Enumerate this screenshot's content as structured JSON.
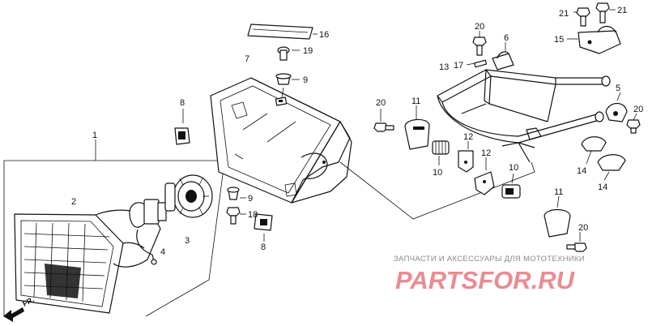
{
  "callouts": {
    "c1": "1",
    "c2": "2",
    "c3": "3",
    "c4": "4",
    "c5": "5",
    "c6": "6",
    "c7": "7",
    "c8a": "8",
    "c8b": "8",
    "c9a": "9",
    "c9b": "9",
    "c10a": "10",
    "c10b": "10",
    "c11a": "11",
    "c11b": "11",
    "c12a": "12",
    "c12b": "12",
    "c13": "13",
    "c14a": "14",
    "c14b": "14",
    "c15": "15",
    "c16": "16",
    "c17": "17",
    "c18": "18",
    "c19": "19",
    "c20a": "20",
    "c20b": "20",
    "c20c": "20",
    "c20d": "20",
    "c21a": "21",
    "c21b": "21"
  },
  "watermark": {
    "line": "ЗАПЧАСТИ И АКСЕССУАРЫ ДЛЯ МОТОТЕХНИКИ",
    "brand": "PARTSFOR.RU"
  },
  "direction_label": "FR.",
  "colors": {
    "ink": "#111111",
    "watermark_text": "#8a8a8a",
    "brand_red": "#d8303c"
  }
}
